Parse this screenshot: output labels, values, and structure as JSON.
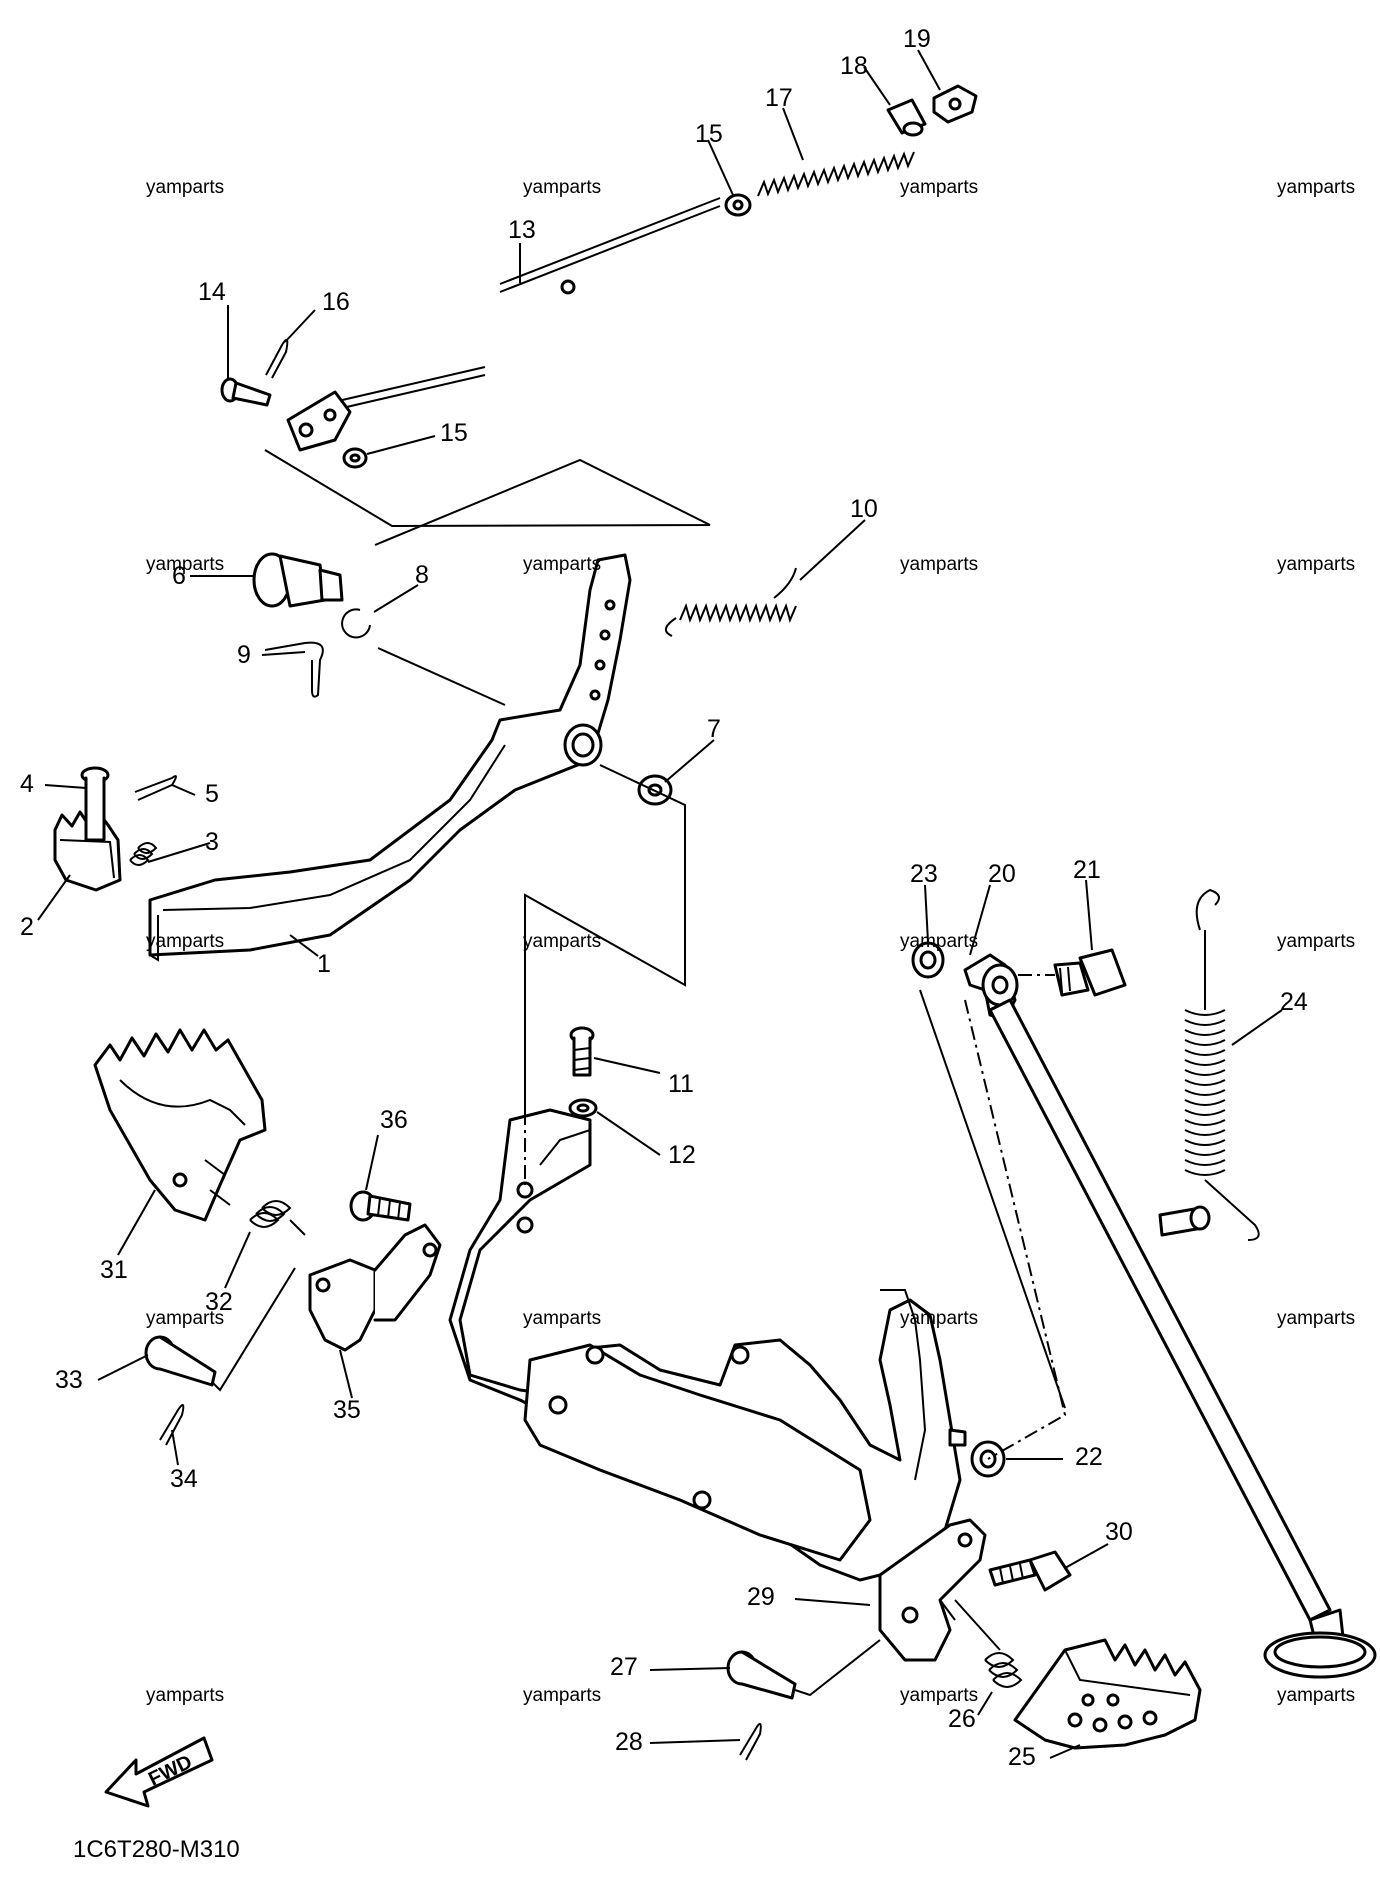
{
  "diagram_code": "1C6T280-M310",
  "fwd_label": "FWD",
  "watermark": "yamparts",
  "callouts": {
    "p1": "1",
    "p2": "2",
    "p3": "3",
    "p4": "4",
    "p5": "5",
    "p6": "6",
    "p7": "7",
    "p8": "8",
    "p9": "9",
    "p10": "10",
    "p11": "11",
    "p12": "12",
    "p13": "13",
    "p14": "14",
    "p15a": "15",
    "p15b": "15",
    "p16": "16",
    "p17": "17",
    "p18": "18",
    "p19": "19",
    "p20": "20",
    "p21": "21",
    "p22": "22",
    "p23": "23",
    "p24": "24",
    "p25": "25",
    "p26": "26",
    "p27": "27",
    "p28": "28",
    "p29": "29",
    "p30": "30",
    "p31": "31",
    "p32": "32",
    "p33": "33",
    "p34": "34",
    "p35": "35",
    "p36": "36"
  }
}
